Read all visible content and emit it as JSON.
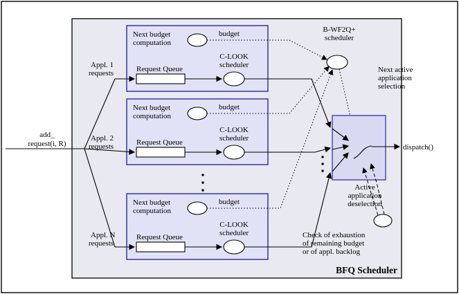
{
  "title": "BFQ Scheduler",
  "input": {
    "line1": "add_",
    "line2": "request(i, R)"
  },
  "output_label": "dispatch()",
  "wf2q": {
    "line1": "B-WF2Q+",
    "line2": "scheduler"
  },
  "next_active": {
    "line1": "Next active",
    "line2": "application",
    "line3": "selection"
  },
  "deselection": {
    "line1": "Active",
    "line2": "application",
    "line3": "deselection"
  },
  "check": {
    "line1": "Check of exhaustion",
    "line2": "of remaining budget",
    "line3": "or of appl. backlog"
  },
  "apps": [
    {
      "name1": "Appl. 1",
      "name2": "requests",
      "nb1": "Next budget",
      "nb2": "computation",
      "budget": "budget",
      "queue": "Request Queue",
      "cl1": "C-LOOK",
      "cl2": "scheduler"
    },
    {
      "name1": "Appl. 2",
      "name2": "requests",
      "nb1": "Next budget",
      "nb2": "computation",
      "budget": "budget",
      "queue": "Request Queue",
      "cl1": "C-LOOK",
      "cl2": "scheduler"
    },
    {
      "name1": "Appl. N",
      "name2": "requests",
      "nb1": "Next budget",
      "nb2": "computation",
      "budget": "budget",
      "queue": "Request Queue",
      "cl1": "C-LOOK",
      "cl2": "scheduler"
    }
  ],
  "colors": {
    "outer_fill": "#e9e9f1",
    "block_fill": "#e2e2f7",
    "mux_fill": "#d9d9f2",
    "block_border": "#2a2aa0",
    "mux_border": "#3333bb"
  }
}
